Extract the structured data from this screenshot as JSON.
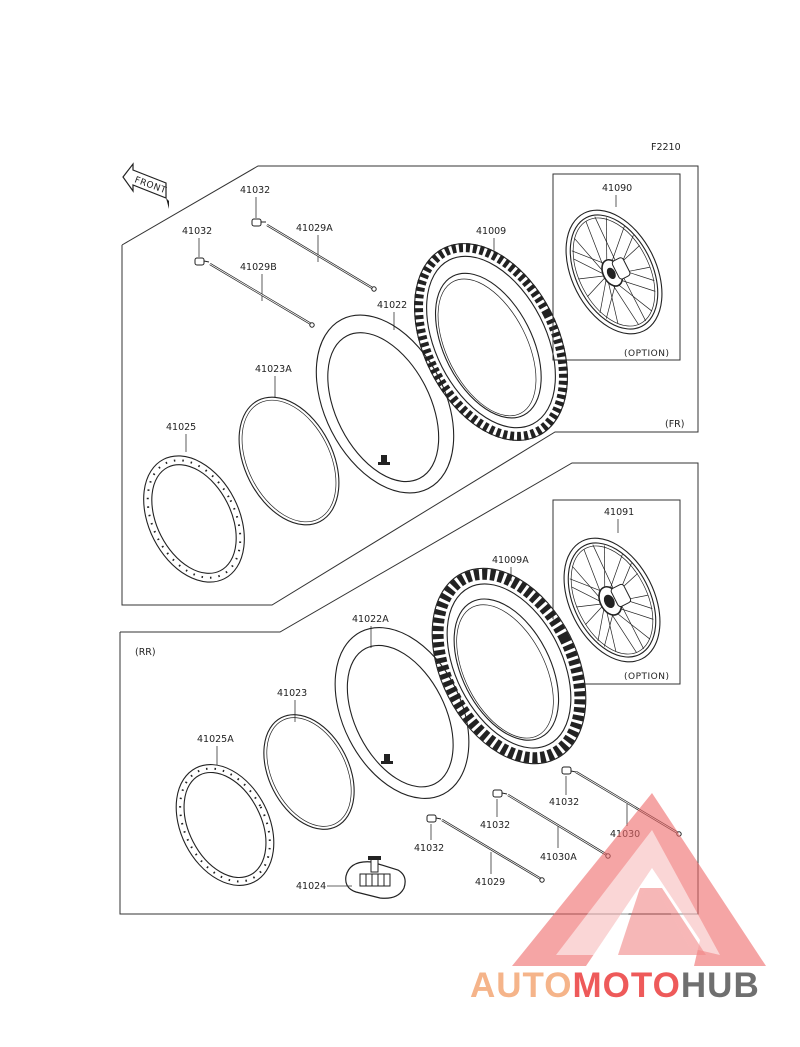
{
  "figure_code": "F2210",
  "front_arrow": "FRONT",
  "sections": {
    "front": "(FR)",
    "rear": "(RR)"
  },
  "option_label": "(OPTION)",
  "parts": {
    "p41032_a": "41032",
    "p41032_b": "41032",
    "p41029A": "41029A",
    "p41029B": "41029B",
    "p41009": "41009",
    "p41090": "41090",
    "p41022": "41022",
    "p41023A": "41023A",
    "p41025": "41025",
    "p41091": "41091",
    "p41009A": "41009A",
    "p41022A": "41022A",
    "p41023": "41023",
    "p41025A": "41025A",
    "p41024": "41024",
    "p41032_c": "41032",
    "p41032_d": "41032",
    "p41032_e": "41032",
    "p41030": "41030",
    "p41030A": "41030A",
    "p41029": "41029"
  },
  "watermark": {
    "part1": "AUTO",
    "part2": "MOTO",
    "part3": "HUB"
  },
  "colors": {
    "line": "#222222",
    "wm_orange": "#f5b48a",
    "wm_red": "#ee5a5a",
    "wm_gray": "#6f6f6f"
  }
}
